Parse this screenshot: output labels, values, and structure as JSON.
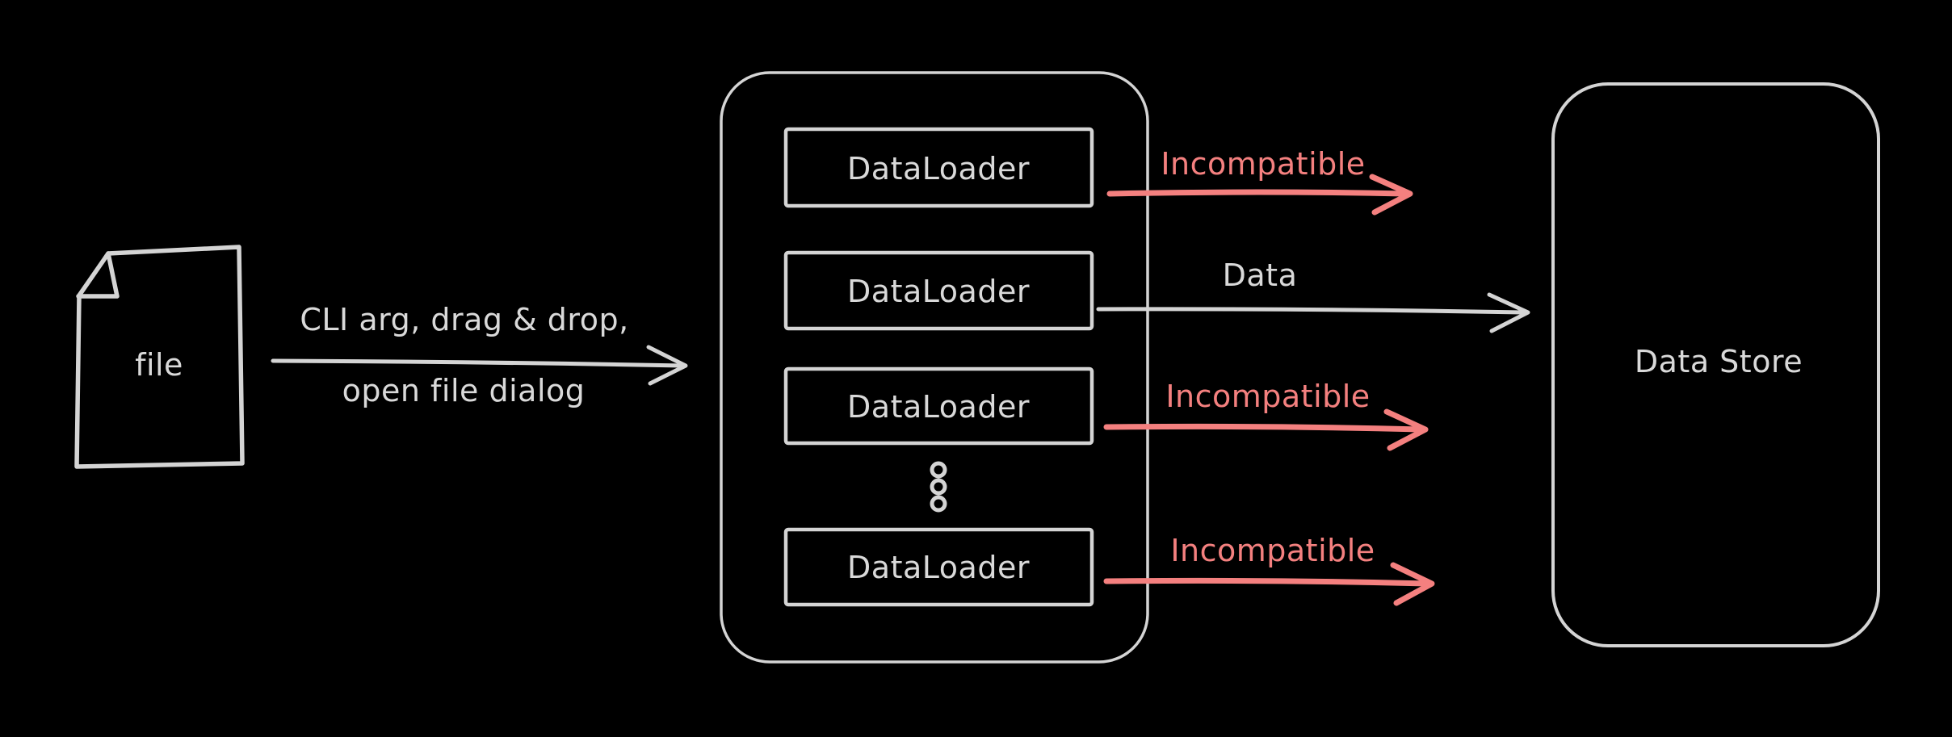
{
  "colors": {
    "background": "#000000",
    "stroke_gray": "#d4d4d4",
    "text_gray": "#d9d9d9",
    "incompatible_red": "#f4807f"
  },
  "file": {
    "label": "file"
  },
  "ingest_arrow": {
    "label_line1": "CLI arg, drag & drop,",
    "label_line2": "open file dialog"
  },
  "loader_group": {
    "boxes": [
      "DataLoader",
      "DataLoader",
      "DataLoader",
      "DataLoader"
    ],
    "ellipsis_dot_count": 3
  },
  "output_arrows": [
    {
      "label": "Incompatible",
      "status": "incompatible"
    },
    {
      "label": "Data",
      "status": "compatible"
    },
    {
      "label": "Incompatible",
      "status": "incompatible"
    },
    {
      "label": "Incompatible",
      "status": "incompatible"
    }
  ],
  "data_store": {
    "label": "Data Store"
  }
}
